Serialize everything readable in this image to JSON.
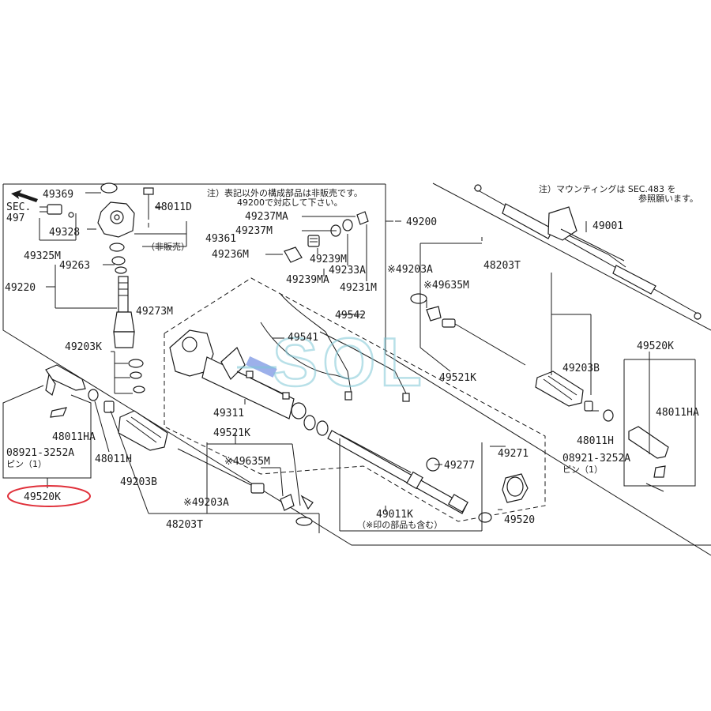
{
  "notes": {
    "left_line1": "注）表記以外の構成部品は非販売です。",
    "left_line2": "49200で対応して下さい。",
    "right_line1": "注）マウンティングは SEC.483 を",
    "right_line2": "参照願います。"
  },
  "watermark": "SOL",
  "highlight_color": "#e0303a",
  "parts": {
    "p49369": "49369",
    "sec": "SEC.",
    "sec_num": "497",
    "p48011d": "48011D",
    "p49328": "49328",
    "p49361": "49361",
    "p49325m": "49325M",
    "hihanbai": "（非販売）",
    "p49263": "49263",
    "p49220": "49220",
    "p49273m": "49273M",
    "p49203k": "49203K",
    "p49237ma": "49237MA",
    "p49237m": "49237M",
    "p49236m": "49236M",
    "p49239m": "49239M",
    "p49233a": "49233A",
    "p49239ma": "49239MA",
    "p49231m": "49231M",
    "p49200": "49200",
    "p49542": "49542",
    "p49541": "49541",
    "p49311": "49311",
    "p48011ha_l": "48011HA",
    "p48011h_l": "48011H",
    "p08921_l": "08921-3252A",
    "pin_l": "ピン（1）",
    "p49520k_l": "49520K",
    "p49203b_l": "49203B",
    "p49521k_l": "49521K",
    "p49635m_l": "※49635M",
    "p49203a_l": "※49203A",
    "p48203t_l": "48203T",
    "p49271": "49271",
    "p49277": "49277",
    "p49011k": "49011K",
    "p49011k_note": "（※印の部品も含む）",
    "p49520": "49520",
    "p49001": "49001",
    "p49203a_r": "※49203A",
    "p49635m_r": "※49635M",
    "p48203t_r": "48203T",
    "p49521k_r": "49521K",
    "p49203b_r": "49203B",
    "p48011h_r": "48011H",
    "p08921_r": "08921-3252A",
    "pin_r": "ピン（1）",
    "p49520k_r": "49520K",
    "p48011ha_r": "48011HA"
  }
}
